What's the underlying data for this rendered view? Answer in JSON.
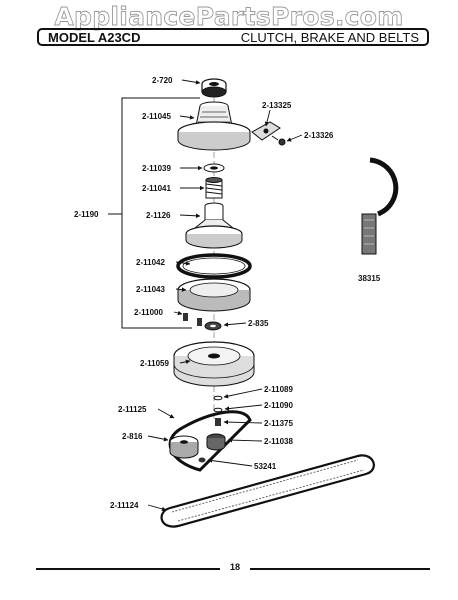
{
  "watermark": "AppliancePartsPros.com",
  "header": {
    "model": "MODEL A23CD",
    "title": "CLUTCH, BRAKE AND BELTS"
  },
  "parts": [
    "2-720",
    "2-11045",
    "2-13325",
    "2-13326",
    "2-11039",
    "2-11041",
    "2-1190",
    "2-1126",
    "38315",
    "2-11042",
    "2-11043",
    "2-11000",
    "2-835",
    "2-11059",
    "2-11089",
    "2-11125",
    "2-11090",
    "2-11375",
    "2-816",
    "2-11038",
    "53241",
    "2-11124"
  ],
  "footer": {
    "page": "18"
  }
}
